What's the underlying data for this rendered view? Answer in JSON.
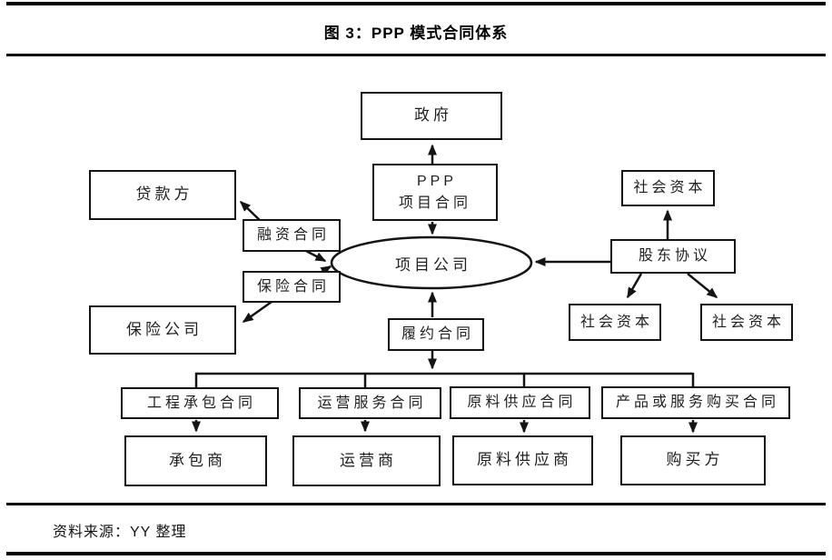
{
  "figure": {
    "title": "图 3：PPP 模式合同体系",
    "source": "资料来源：YY 整理"
  },
  "diagram": {
    "nodes": {
      "government": "政府",
      "ppp_project_contract": "PPP\n项目合同",
      "lender": "贷款方",
      "financing_contract": "融资合同",
      "insurance_contract": "保险合同",
      "insurance_company": "保险公司",
      "project_company": "项目公司",
      "performance_contract": "履约合同",
      "social_capital_top": "社会资本",
      "shareholder_agreement": "股东协议",
      "social_capital_bottom_left": "社会资本",
      "social_capital_bottom_right": "社会资本",
      "construction_contract": "工程承包合同",
      "operation_service_contract": "运营服务合同",
      "material_supply_contract": "原料供应合同",
      "product_service_purchase_contract": "产品或服务购买合同",
      "contractor": "承包商",
      "operator": "运营商",
      "material_supplier": "原料供应商",
      "buyer": "购买方"
    },
    "colors": {
      "line": "#141414",
      "text": "#1f1f1f",
      "background": "#ffffff"
    }
  }
}
